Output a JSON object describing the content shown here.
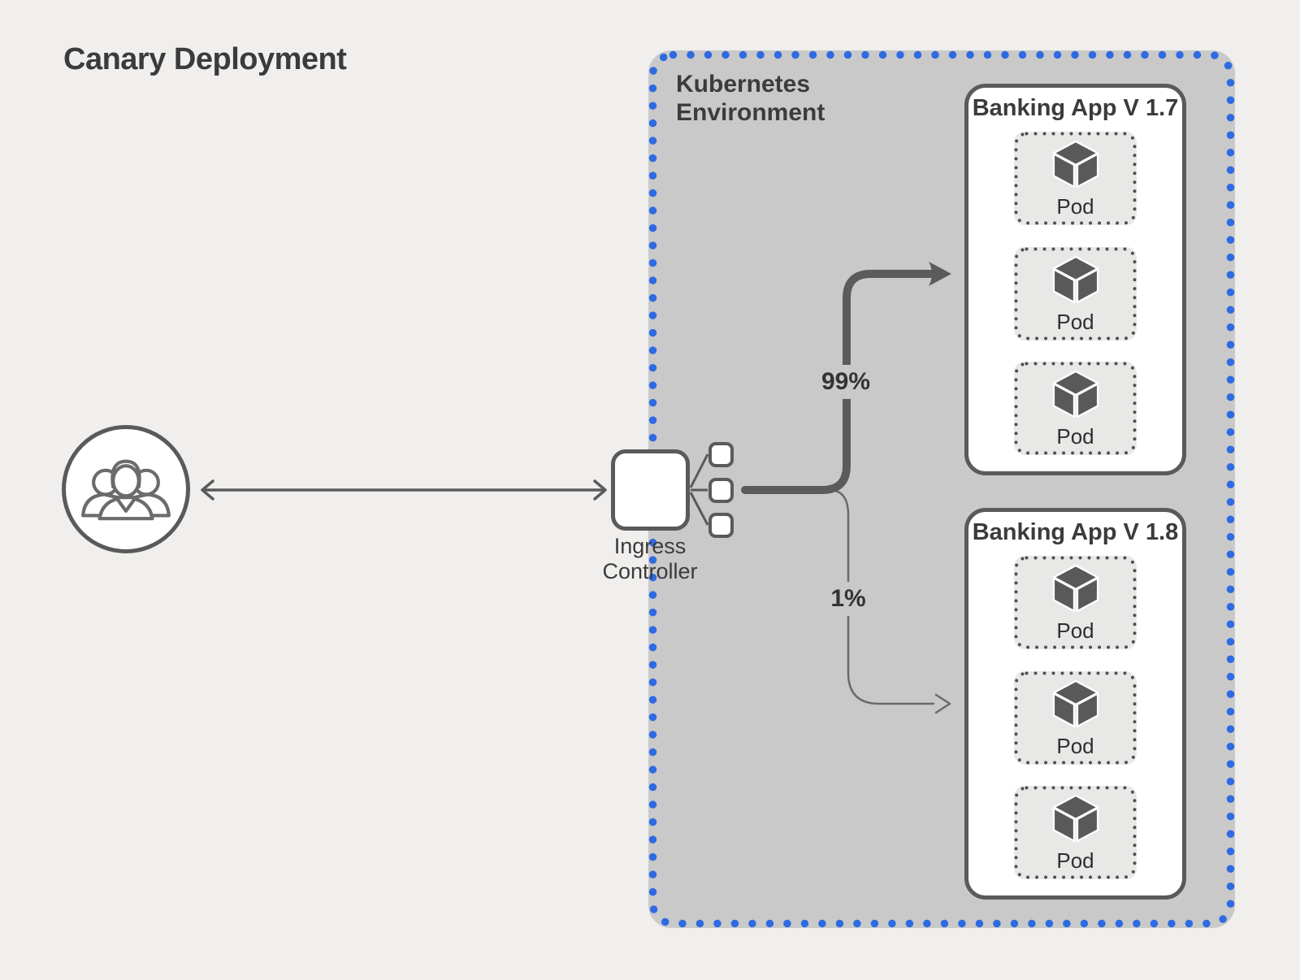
{
  "title": "Canary Deployment",
  "kubernetes": {
    "label": "Kubernetes Environment"
  },
  "ingress": {
    "label": "Ingress Controller"
  },
  "users": {
    "icon": "users-group-icon"
  },
  "apps": [
    {
      "name": "Banking App V 1.7",
      "traffic": "99%",
      "pods": [
        "Pod",
        "Pod",
        "Pod"
      ]
    },
    {
      "name": "Banking App V 1.8",
      "traffic": "1%",
      "pods": [
        "Pod",
        "Pod",
        "Pod"
      ]
    }
  ],
  "colors": {
    "page_bg": "#f0efed",
    "k8s_fill": "#c9c9c9",
    "k8s_dot_blue": "#2e6ae2",
    "box_border_gray": "#5a5a5a",
    "pod_fill": "#e8e8e7",
    "pod_dot_gray": "#4f4f4f",
    "cube_gray": "#595959",
    "text_dark": "#3b3b3b",
    "arrow_gray": "#5b5b5b"
  }
}
